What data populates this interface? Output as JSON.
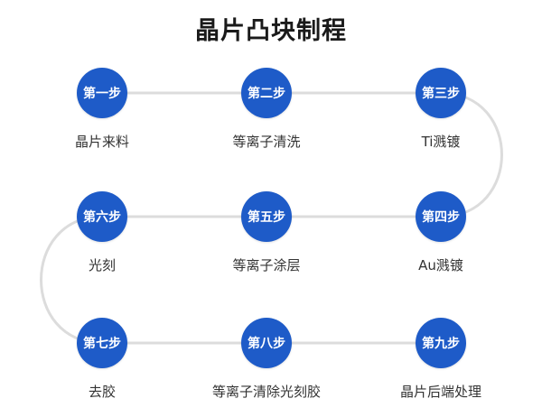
{
  "title": "晶片凸块制程",
  "colors": {
    "circle_fill": "#1e5bc8",
    "circle_text": "#ffffff",
    "connector": "#dcdcdc",
    "label_text": "#333333",
    "title_text": "#1a1a1a"
  },
  "flow": {
    "description": "serpentine left-to-right, right-to-left, left-to-right",
    "order": [
      "第一步",
      "第二步",
      "第三步",
      "第四步",
      "第五步",
      "第六步",
      "第七步",
      "第八步",
      "第九步"
    ]
  },
  "steps": [
    {
      "step": "第一步",
      "label": "晶片来料"
    },
    {
      "step": "第二步",
      "label": "等离子清洗"
    },
    {
      "step": "第三步",
      "label": "Ti溅镀"
    },
    {
      "step": "第四步",
      "label": "Au溅镀"
    },
    {
      "step": "第五步",
      "label": "等离子涂层"
    },
    {
      "step": "第六步",
      "label": "光刻"
    },
    {
      "step": "第七步",
      "label": "去胶"
    },
    {
      "step": "第八步",
      "label": "等离子清除光刻胶"
    },
    {
      "step": "第九步",
      "label": "晶片后端处理"
    }
  ]
}
